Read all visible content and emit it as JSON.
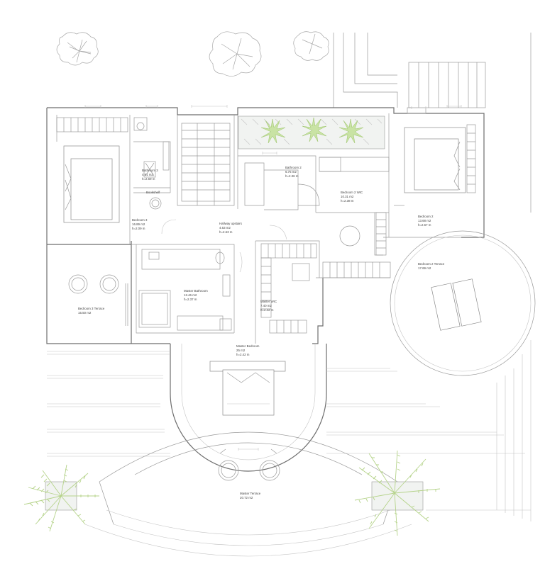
{
  "rooms": {
    "bedroom3": {
      "name": "Bedroom 3",
      "area": "16.89 m2",
      "height": "h=2.09 m"
    },
    "bathroom3": {
      "name": "Bathroom 3",
      "area": "4.91 m2",
      "height": "h=2.69 m"
    },
    "bookshelf": {
      "name": "Bookshelf"
    },
    "bathroom2": {
      "name": "Bathroom 2",
      "area": "6.75 m2",
      "height": "h=2.36 m"
    },
    "bedroom2_wic": {
      "name": "Bedroom 2 WIC",
      "area": "10.31 m2",
      "height": "h=2.38 m"
    },
    "hallway": {
      "name": "Hallway upstairs",
      "area": "4.63 m2",
      "height": "h=2.63 m"
    },
    "bedroom2": {
      "name": "Bedroom 2",
      "area": "13.68 m2",
      "height": "h=2.67 m"
    },
    "bedroom2_terrace": {
      "name": "Bedroom 2 Terrace",
      "area": "17.69 m2"
    },
    "bedroom3_terrace": {
      "name": "Bedroom 3 Terrace",
      "area": "15.50 m2"
    },
    "master_bathroom": {
      "name": "Master Bathroom",
      "area": "12.46 m2",
      "height": "h=2.37 m"
    },
    "master_wic": {
      "name": "Master WIC",
      "area": "7.40 m2",
      "height": "h=2.42 m"
    },
    "master_bedroom": {
      "name": "Master Bedroom",
      "area": "25 m2",
      "height": "h=2.42 m"
    },
    "master_terrace": {
      "name": "Master Terrace",
      "area": "20.72 m2"
    }
  }
}
